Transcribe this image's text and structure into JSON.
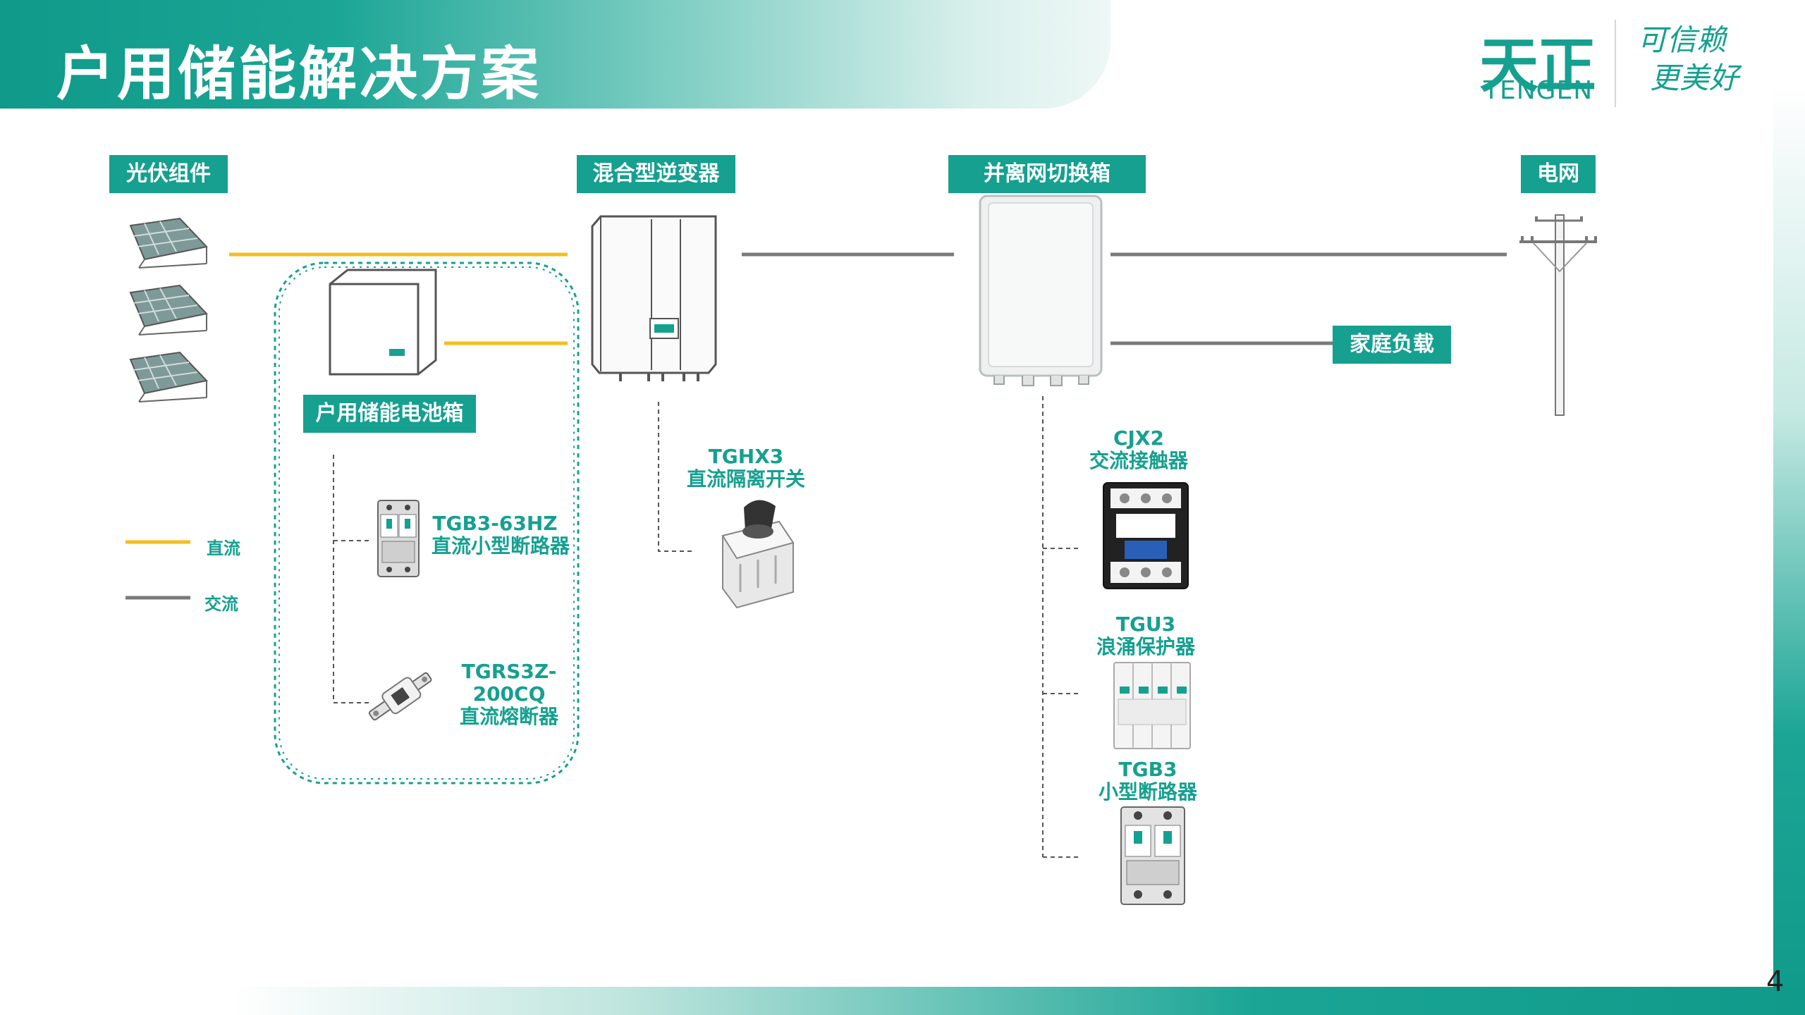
{
  "page": {
    "title": "户用储能解决方案",
    "number": "4"
  },
  "logo": {
    "cn": "天正",
    "en": "TENGEN",
    "slogan_line1": "可信赖",
    "slogan_line2": "更美好"
  },
  "sections": {
    "pv": "光伏组件",
    "inverter": "混合型逆变器",
    "switchbox": "并离网切换箱",
    "grid": "电网",
    "battery": "户用储能电池箱",
    "home_load": "家庭负载"
  },
  "legend": {
    "dc": "直流",
    "ac": "交流",
    "dc_color": "#f5bd20",
    "ac_color": "#7a7a7a"
  },
  "products": {
    "tgb3_63hz": {
      "model": "TGB3-63HZ",
      "name": "直流小型断路器"
    },
    "tgrs3z": {
      "model_line1": "TGRS3Z-",
      "model_line2": "200CQ",
      "name": "直流熔断器"
    },
    "tghx3": {
      "model": "TGHX3",
      "name": "直流隔离开关"
    },
    "cjx2": {
      "model": "CJX2",
      "name": "交流接触器"
    },
    "tgu3": {
      "model": "TGU3",
      "name": "浪涌保护器"
    },
    "tgb3": {
      "model": "TGB3",
      "name": "小型断路器"
    }
  },
  "colors": {
    "brand": "#15a090"
  }
}
